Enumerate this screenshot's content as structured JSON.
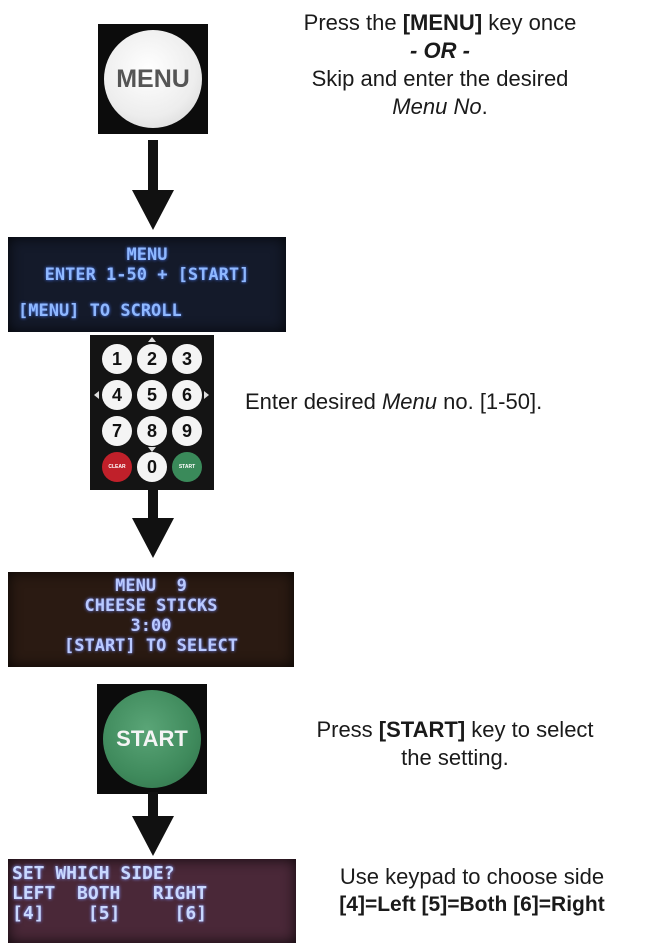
{
  "step1": {
    "menu_key_label": "MENU",
    "line1_prefix": "Press the ",
    "line1_key": "[MENU]",
    "line1_suffix": " key once",
    "or": "- OR -",
    "line3": "Skip and enter the desired",
    "line4_italic": "Menu No",
    "line4_suffix": "."
  },
  "display1": {
    "lines": [
      "MENU",
      "ENTER 1-50 + [START]",
      "[MENU] TO SCROLL"
    ]
  },
  "keypad": {
    "keys": [
      "1",
      "2",
      "3",
      "4",
      "5",
      "6",
      "7",
      "8",
      "9",
      "0"
    ],
    "clear_label": "CLEAR",
    "start_label": "START",
    "colors": {
      "clear": "#c0202a",
      "start": "#3a8a5a"
    }
  },
  "step2": {
    "prefix": "Enter desired ",
    "italic": "Menu",
    "suffix": " no. [1-50]."
  },
  "display2": {
    "lines": [
      "MENU  9",
      "CHEESE STICKS",
      "3:00",
      "[START] TO SELECT"
    ]
  },
  "step3": {
    "start_key_label": "START",
    "line1_prefix": "Press ",
    "line1_key": "[START]",
    "line1_suffix": " key to select",
    "line2": "the setting."
  },
  "display3": {
    "lines": [
      "SET WHICH SIDE?",
      "LEFT  BOTH   RIGHT",
      "[4]    [5]     [6]"
    ]
  },
  "step4": {
    "line1": "Use keypad to choose side",
    "line2": "[4]=Left [5]=Both [6]=Right"
  },
  "colors": {
    "lcd_text": "#8fb8ff",
    "start_green": "#3f8a5c",
    "arrow": "#111111"
  }
}
